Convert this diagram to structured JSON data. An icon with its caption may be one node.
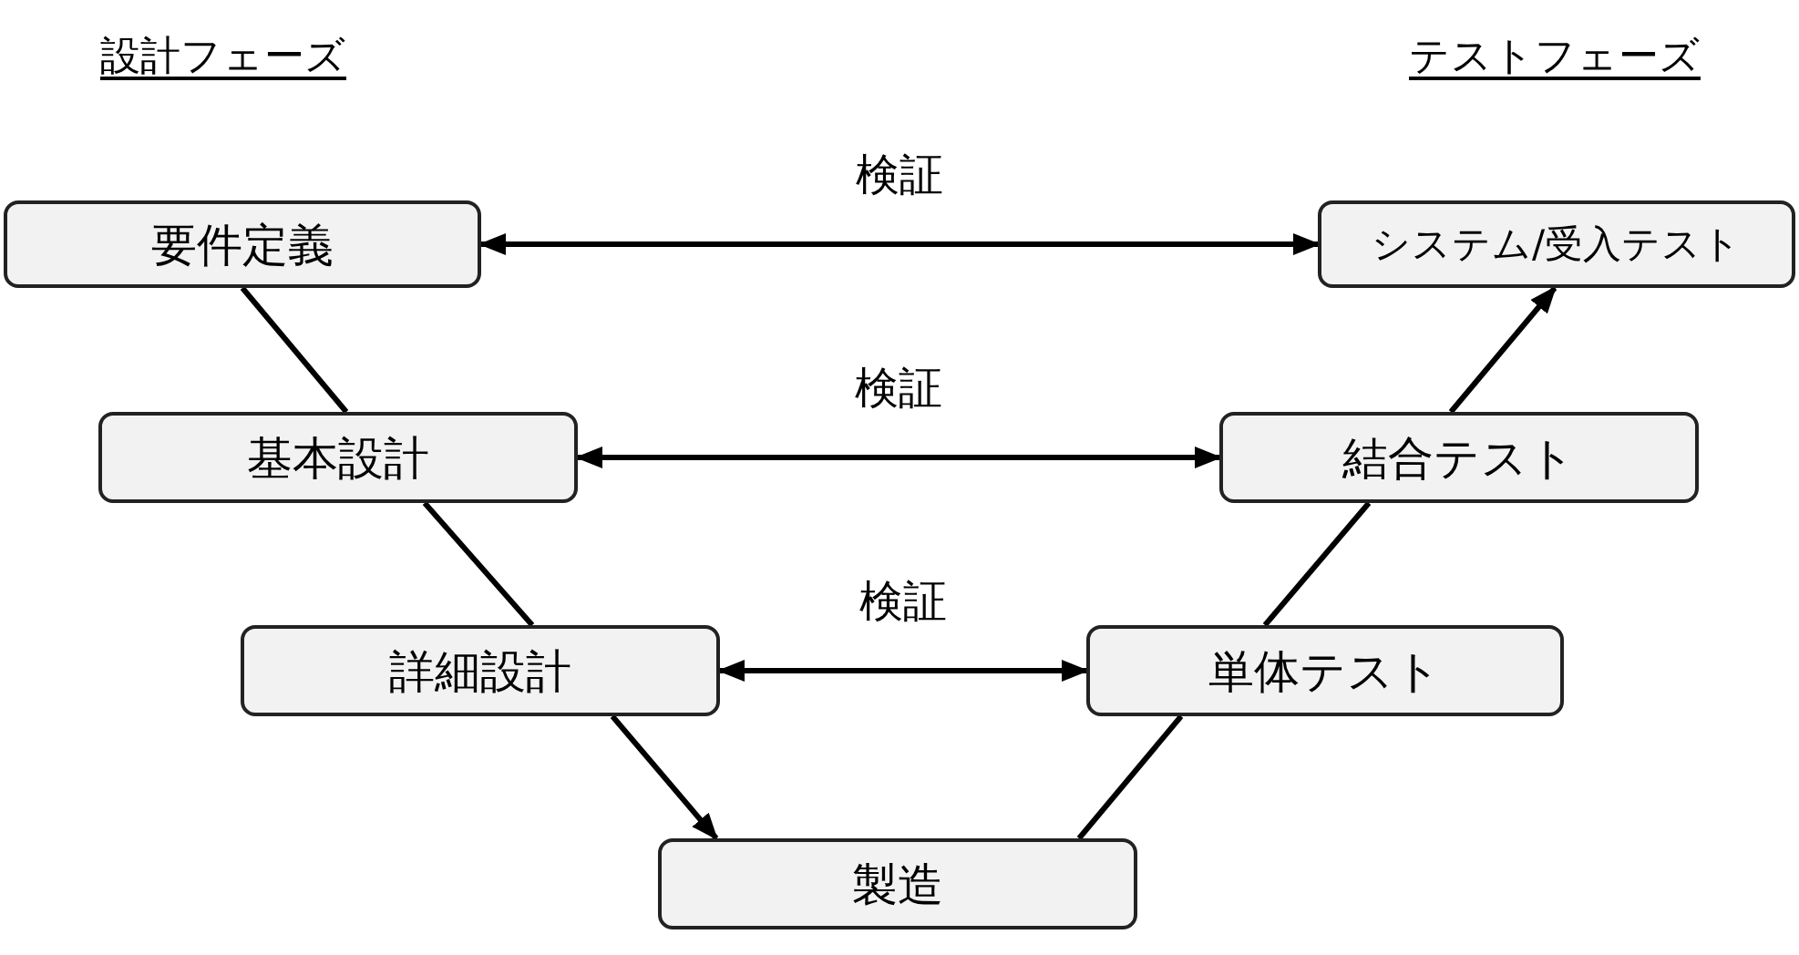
{
  "diagram": {
    "nodes": [
      {
        "text": [
          "要件定義"
        ]
      },
      {
        "text": [
          "基本設計"
        ]
      },
      {
        "text": [
          "詳細設計"
        ]
      },
      {
        "text": [
          "製造"
        ]
      },
      {
        "text": [
          "単体テスト"
        ]
      },
      {
        "text": [
          "結合テスト"
        ]
      },
      {
        "text": [
          "システム/受入テスト"
        ]
      }
    ],
    "edges": [
      {
        "from": 0,
        "to": 1,
        "arrow": "none"
      },
      {
        "from": 1,
        "to": 2,
        "arrow": "none"
      },
      {
        "from": 2,
        "to": 3,
        "arrow": "to"
      },
      {
        "from": 3,
        "to": 4,
        "arrow": "none"
      },
      {
        "from": 4,
        "to": 5,
        "arrow": "none"
      },
      {
        "from": 5,
        "to": 6,
        "arrow": "to"
      },
      {
        "from": 0,
        "to": 6,
        "arrow": "both",
        "label": "検証"
      },
      {
        "from": 1,
        "to": 5,
        "arrow": "both",
        "label": "検証"
      },
      {
        "from": 2,
        "to": 4,
        "arrow": "both",
        "label": "検証"
      }
    ],
    "labels": [
      "設計フェーズ",
      "テストフェーズ"
    ]
  }
}
